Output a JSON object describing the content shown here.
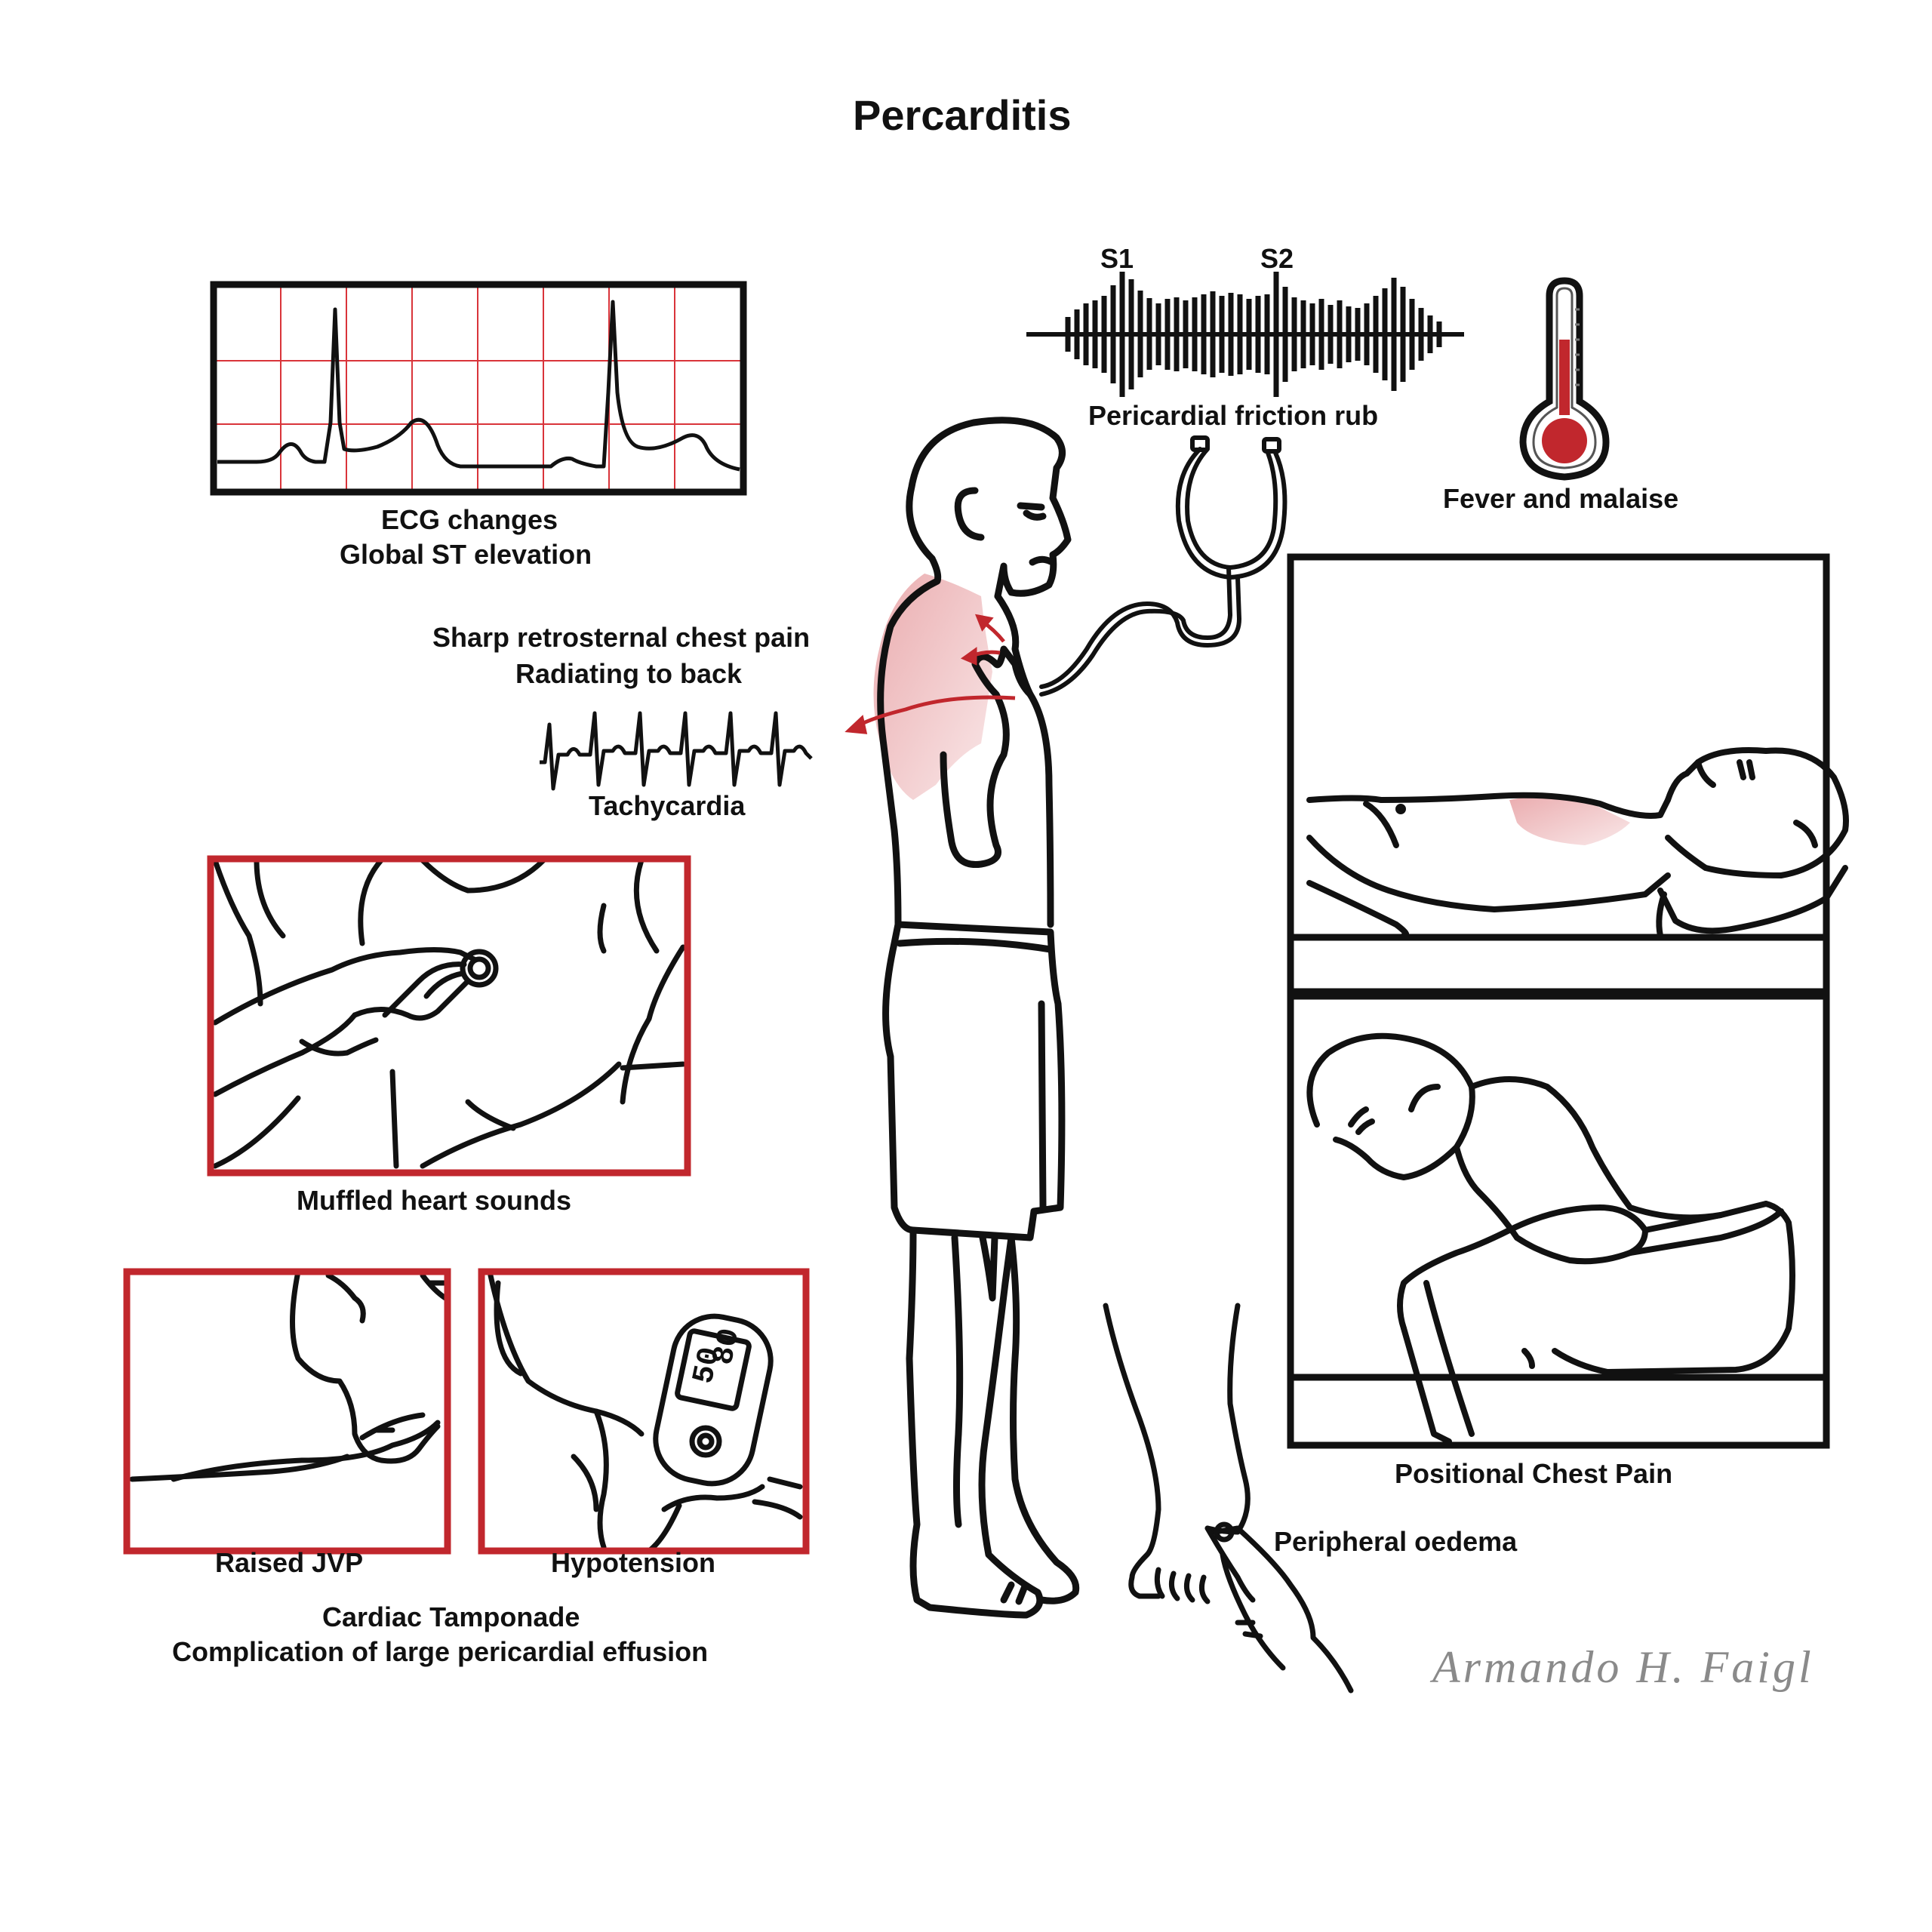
{
  "title": "Percarditis",
  "labels": {
    "ecg_line1": "ECG changes",
    "ecg_line2": "Global ST elevation",
    "s1": "S1",
    "s2": "S2",
    "friction_rub": "Pericardial friction rub",
    "fever": "Fever and malaise",
    "chest_pain_line1": "Sharp retrosternal chest pain",
    "chest_pain_line2": "Radiating to back",
    "tachycardia": "Tachycardia",
    "muffled": "Muffled heart sounds",
    "raised_jvp": "Raised JVP",
    "hypotension": "Hypotension",
    "tamponade_line1": "Cardiac Tamponade",
    "tamponade_line2": "Complication of large pericardial effusion",
    "positional": "Positional Chest Pain",
    "oedema": "Peripheral oedema"
  },
  "bp_monitor": {
    "systolic": "80",
    "diastolic": "50"
  },
  "signature": "Armando H. Faigl",
  "colors": {
    "accent_red": "#c1272d",
    "pain_pink": "#e8a3a6",
    "ecg_grid": "#d9343a",
    "ink": "#111111"
  }
}
